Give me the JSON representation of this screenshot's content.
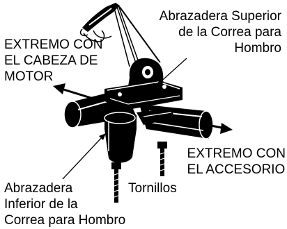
{
  "labels": {
    "upper_clamp": [
      "Abrazadera Superior",
      "de la Correa para",
      "Hombro"
    ],
    "engine_end": [
      "EXTREMO CON",
      "EL CABEZA DE",
      "MOTOR"
    ],
    "attachment_end": [
      "EXTREMO CON",
      "EL ACCESORIO"
    ],
    "lower_clamp": [
      "Abrazadera",
      "Inferior de la",
      "Correa para Hombro"
    ],
    "screws": "Tornillos"
  },
  "colors": {
    "ink": "#000000",
    "background": "#ffffff",
    "highlight": "#ffffff"
  }
}
